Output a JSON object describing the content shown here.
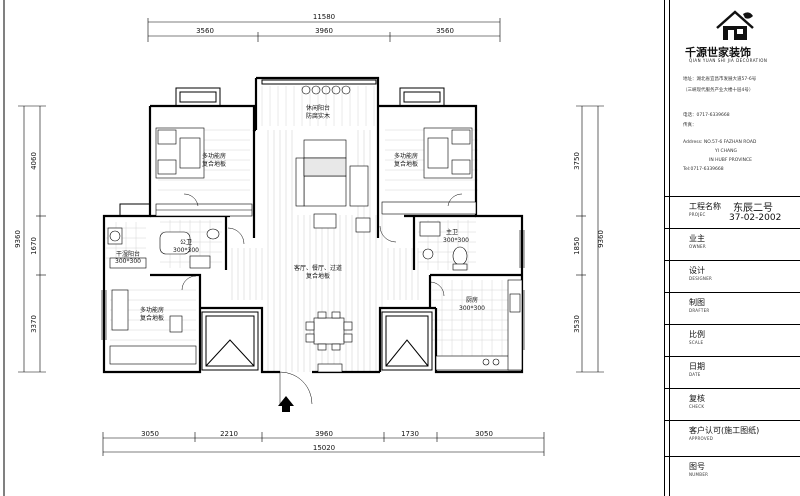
{
  "dimensions": {
    "top_total": "11580",
    "top_segments": [
      "3560",
      "3960",
      "3560"
    ],
    "bottom_segments": [
      "3050",
      "2210",
      "3960",
      "1730",
      "3050"
    ],
    "bottom_total": "15020",
    "left_total": "9360",
    "left_segments": [
      "4060",
      "1670",
      "3370"
    ],
    "right_total": "9360",
    "right_segments": [
      "3750",
      "1850",
      "3530"
    ]
  },
  "rooms": {
    "balcony_line1": "休闲阳台",
    "balcony_line2": "防腐实木",
    "bedroom_left_line1": "多功能房",
    "bedroom_left_line2": "复合地板",
    "bedroom_right_line1": "多功能房",
    "bedroom_right_line2": "复合地板",
    "bath_left_line1": "公卫",
    "bath_left_line2": "300*300",
    "bath_right_line1": "主卫",
    "bath_right_line2": "300*300",
    "laundry_line1": "干湿阳台",
    "laundry_line2": "300*300",
    "living_line1": "客厅、餐厅、过道",
    "living_line2": "复合地板",
    "room_bottom_left_line1": "多功能房",
    "room_bottom_left_line2": "复合地板",
    "kitchen_line1": "厨房",
    "kitchen_line2": "300*300"
  },
  "title_block": {
    "company_name": "千源世家装饰",
    "company_en": "QIAN YUAN SHI JIA DECORATION",
    "address_cn_1": "地址：湖北省宜昌市发展大道57-6号",
    "address_cn_2": "（三峡现代服务产业大楼十层4号）",
    "phone_label_cn": "电话：0717-6339668",
    "fax_label_cn": "传真：",
    "address_en_1": "Address: NO.57-6 FAZHAN ROAD",
    "address_en_2": "YI CHANG",
    "address_en_3": "IN HUBF PROVINCE",
    "phone_en": "Tel:0717-6339668",
    "project_label": "工程名称",
    "project_label_en": "PROJEC",
    "project_name_1": "东辰二号",
    "project_name_2": "37-02-2002",
    "owner_label": "业主",
    "owner_label_en": "OWNER",
    "design_label": "设计",
    "design_label_en": "DESIGNER",
    "draft_label": "制图",
    "draft_label_en": "DRAFTER",
    "scale_label": "比例",
    "scale_label_en": "SCALE",
    "date_label": "日期",
    "date_label_en": "DATE",
    "check_label": "复核",
    "check_label_en": "CHECK",
    "approval_label": "客户认可(施工图纸)",
    "approval_label_en": "APPROVED",
    "drawing_no_label": "图号",
    "drawing_no_label_en": "NUMBER"
  }
}
